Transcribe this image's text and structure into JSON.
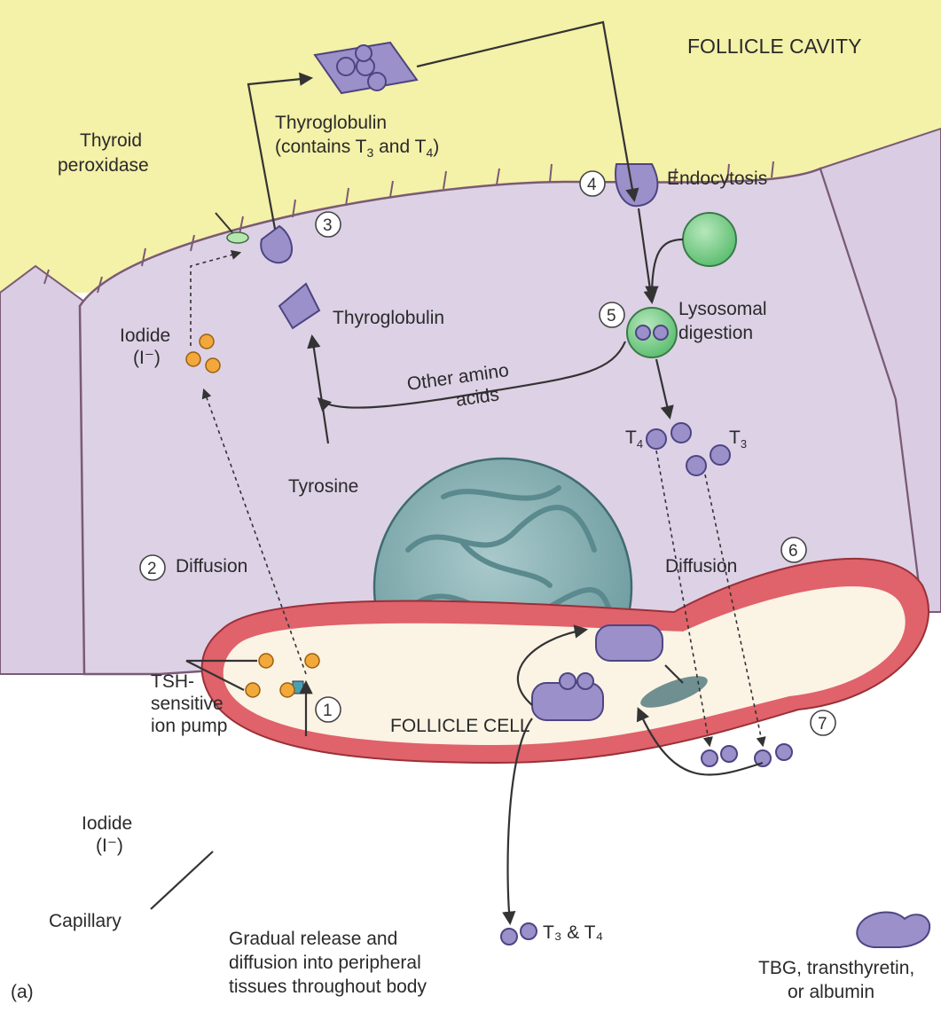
{
  "labels": {
    "follicle_cavity": "FOLLICLE CAVITY",
    "follicle_cell": "FOLLICLE CELL",
    "thyroglobulin_top_1": "Thyroglobulin",
    "thyroglobulin_top_2": "(contains T",
    "thyroglobulin_top_sub3": "3",
    "thyroglobulin_top_and": " and T",
    "thyroglobulin_top_sub4": "4",
    "thyroglobulin_top_close": ")",
    "thyroid_peroxidase_1": "Thyroid",
    "thyroid_peroxidase_2": "peroxidase",
    "endocytosis": "Endocytosis",
    "thyroglobulin_mid": "Thyroglobulin",
    "lysosomal_1": "Lysosomal",
    "lysosomal_2": "digestion",
    "iodide_cell_1": "Iodide",
    "iodide_cell_2": "(I⁻)",
    "other_amino_1": "Other amino",
    "other_amino_2": "acids",
    "t4": "T",
    "t4_sub": "4",
    "t3": "T",
    "t3_sub": "3",
    "tyrosine": "Tyrosine",
    "diffusion_left": "Diffusion",
    "diffusion_right": "Diffusion",
    "tsh_1": "TSH-",
    "tsh_2": "sensitive",
    "tsh_3": "ion pump",
    "iodide_blood_1": "Iodide",
    "iodide_blood_2": "(I⁻)",
    "capillary": "Capillary",
    "t3_t4_release": "T₃ & T₄",
    "release_1": "Gradual release and",
    "release_2": "diffusion into peripheral",
    "release_3": "tissues throughout body",
    "carrier_1": "TBG, transthyretin,",
    "carrier_2": "or albumin",
    "panel": "(a)"
  },
  "steps": [
    "1",
    "2",
    "3",
    "4",
    "5",
    "6",
    "7"
  ],
  "colors": {
    "follicle_cavity": "#f4f1a8",
    "follicle_cell": "#ddd1e6",
    "nucleus": "#8fb3b6",
    "capillary_wall": "#e0626a",
    "plasma": "#fbf3e4",
    "iodide": "#f2a83a",
    "hormone": "#9b90c9",
    "lysosome": "#8ed29a"
  }
}
